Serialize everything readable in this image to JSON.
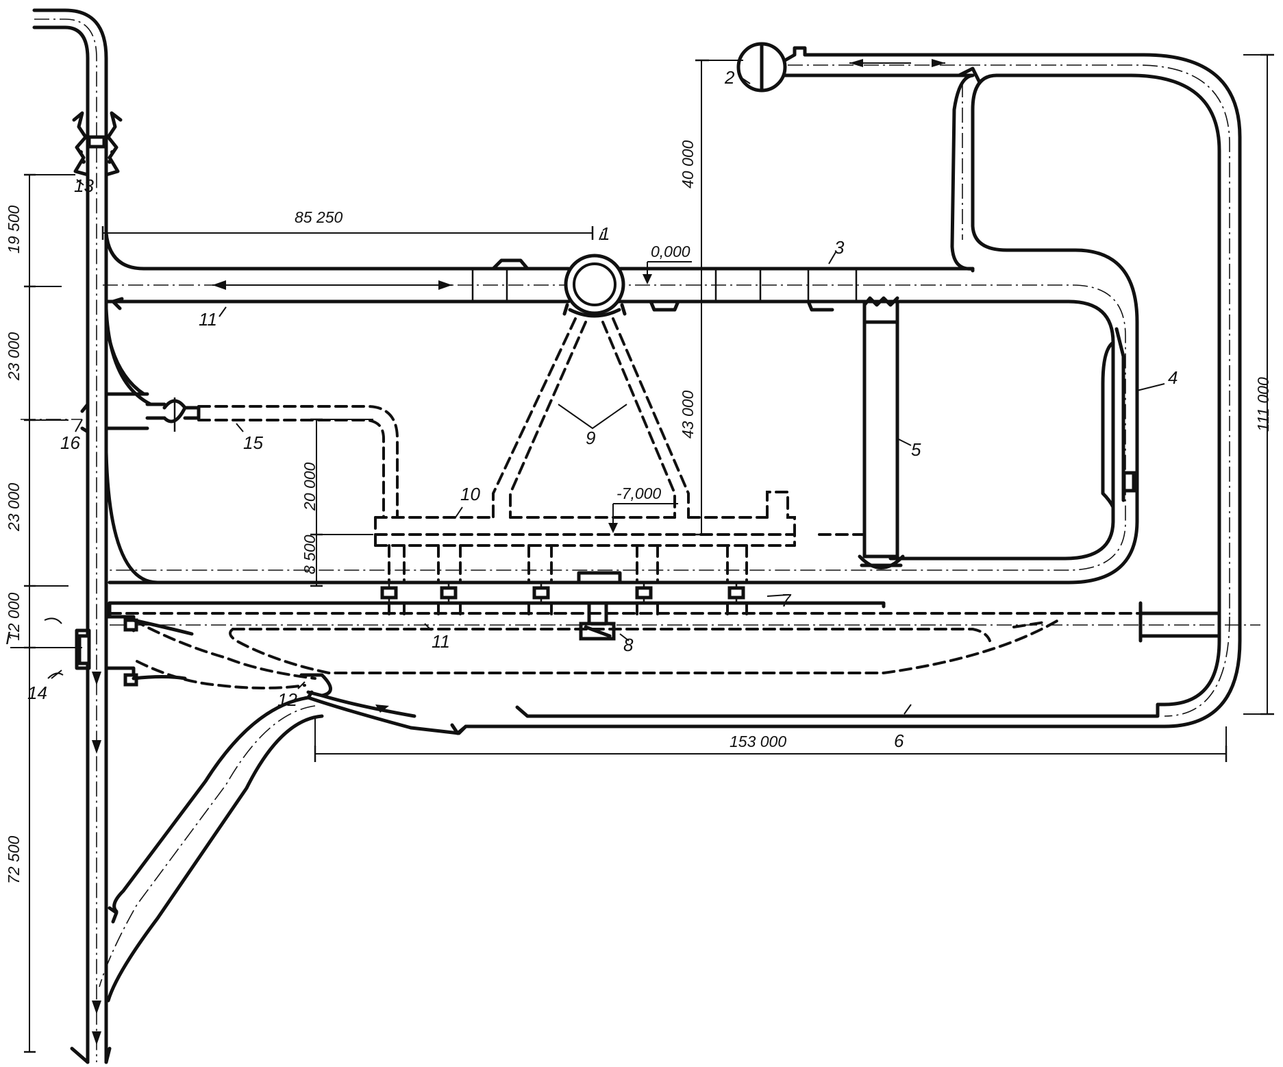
{
  "dimensions": {
    "top_span": "85 250",
    "upper_vertical": "40 000",
    "mid_vertical": "43 000",
    "left_1": "19 500",
    "left_2": "23 000",
    "left_3": "23 000",
    "left_4": "12 000",
    "left_5": "72 500",
    "inner_1": "20 000",
    "inner_2": "8 500",
    "right_total": "111 000",
    "bottom_span": "153 000"
  },
  "elevations": {
    "upper": "0,000",
    "lower": "-7,000"
  },
  "callouts": {
    "n1": "1",
    "n2": "2",
    "n3": "3",
    "n4": "4",
    "n5": "5",
    "n6": "6",
    "n7": "7",
    "n8": "8",
    "n9": "9",
    "n10": "10",
    "n11a": "11",
    "n11b": "11",
    "n12": "12",
    "n13": "13",
    "n14": "14",
    "n15": "15",
    "n16": "16"
  },
  "section_mark": "I"
}
